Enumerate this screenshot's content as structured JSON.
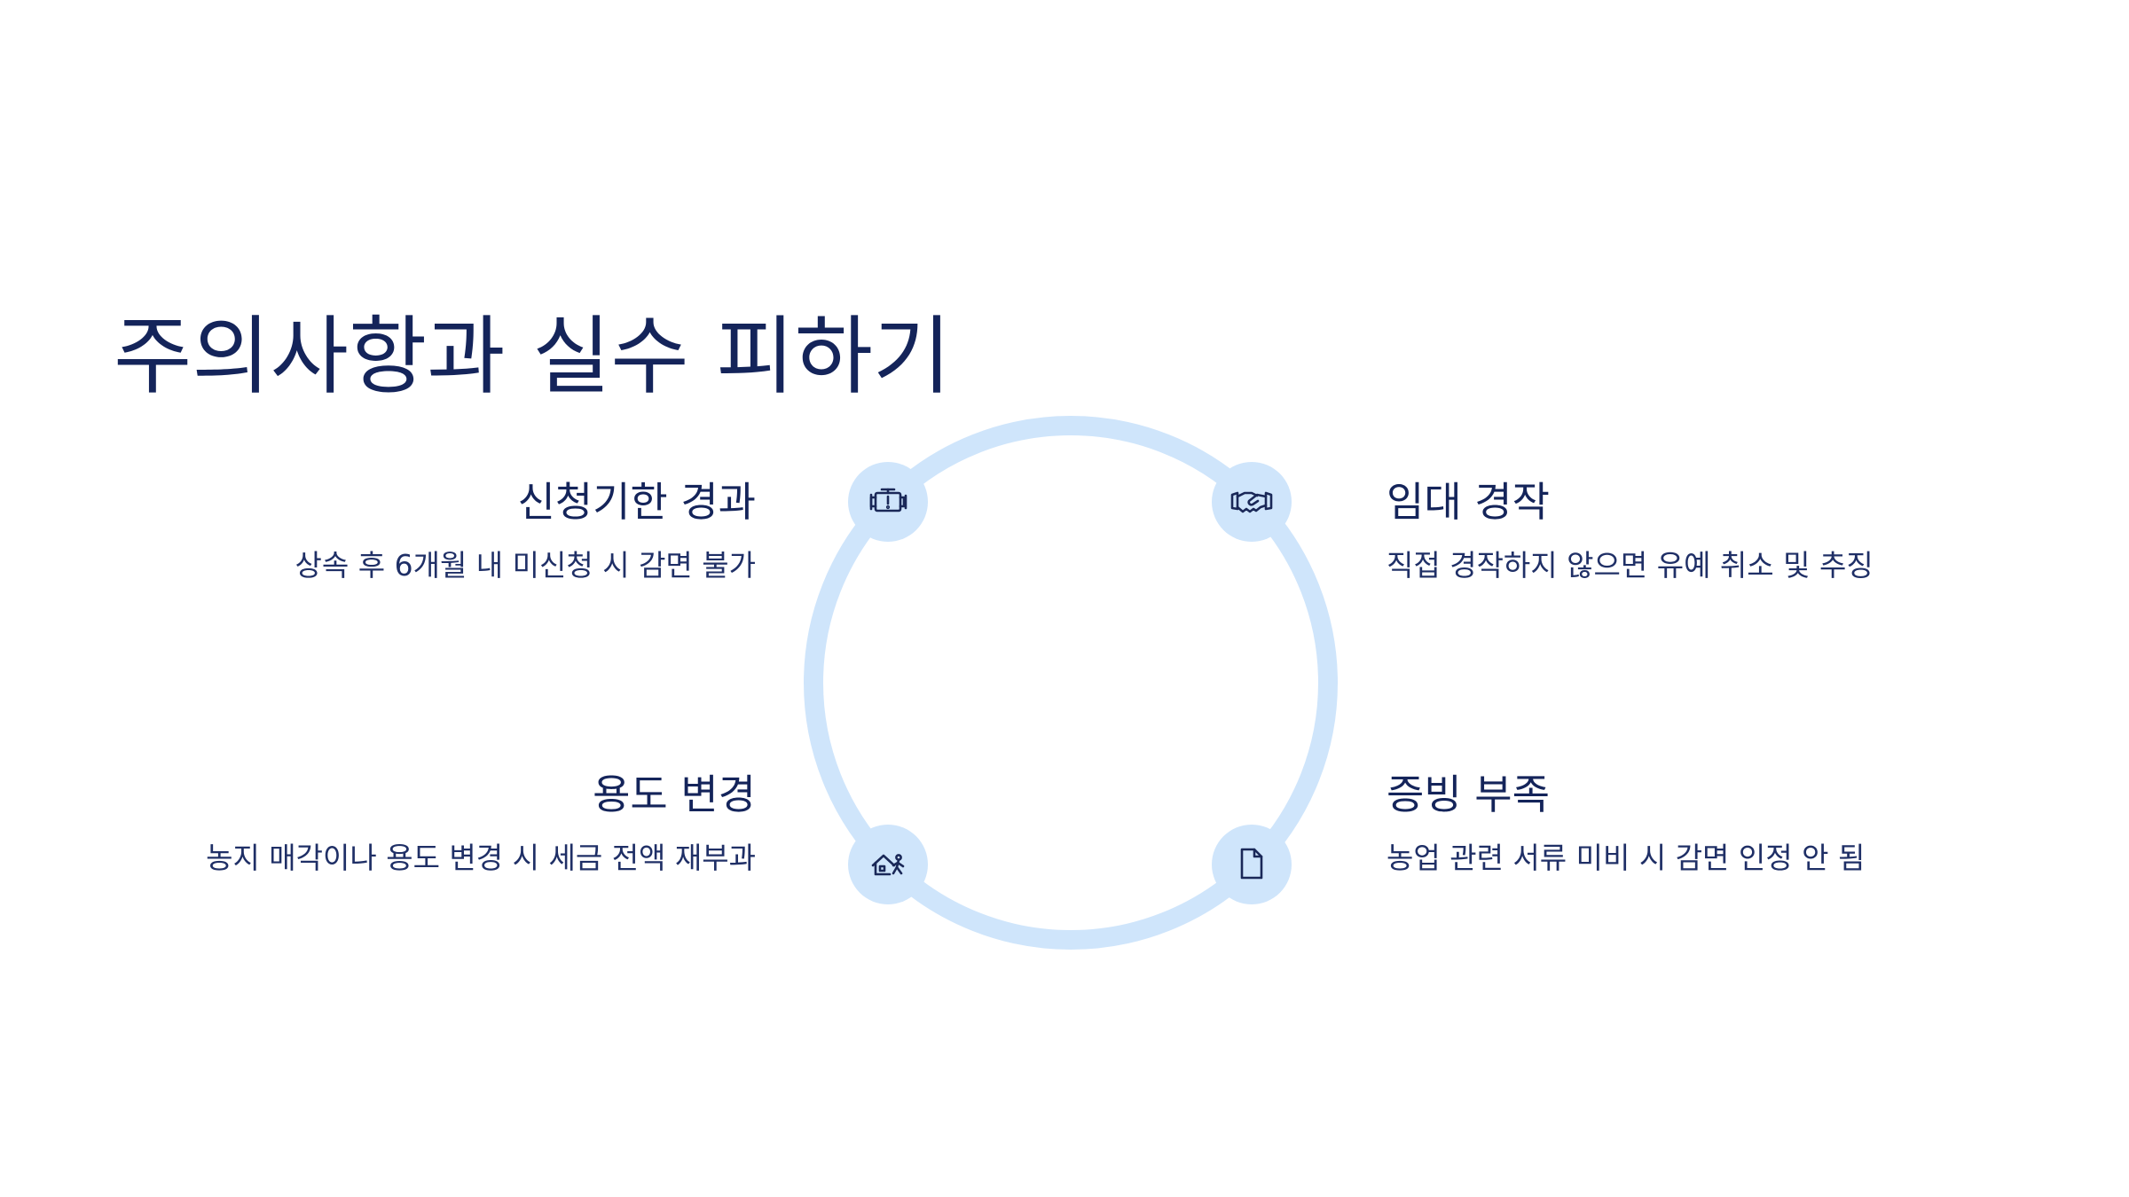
{
  "page": {
    "title": "주의사항과 실수 피하기"
  },
  "colors": {
    "ring": "#cfe5fb",
    "text": "#14245a",
    "icon": "#1a2858"
  },
  "items": [
    {
      "id": "deadline",
      "title": "신청기한 경과",
      "desc": "상속 후 6개월 내 미신청 시 감면 불가",
      "icon": "engine-warning-icon"
    },
    {
      "id": "lease",
      "title": "임대 경작",
      "desc": "직접 경작하지 않으면 유예 취소 및 추징",
      "icon": "handshake-icon"
    },
    {
      "id": "usage",
      "title": "용도 변경",
      "desc": "농지 매각이나 용도 변경 시 세금 전액 재부과",
      "icon": "house-person-icon"
    },
    {
      "id": "evidence",
      "title": "증빙 부족",
      "desc": "농업 관련 서류 미비 시 감면 인정 안 됨",
      "icon": "document-icon"
    }
  ]
}
